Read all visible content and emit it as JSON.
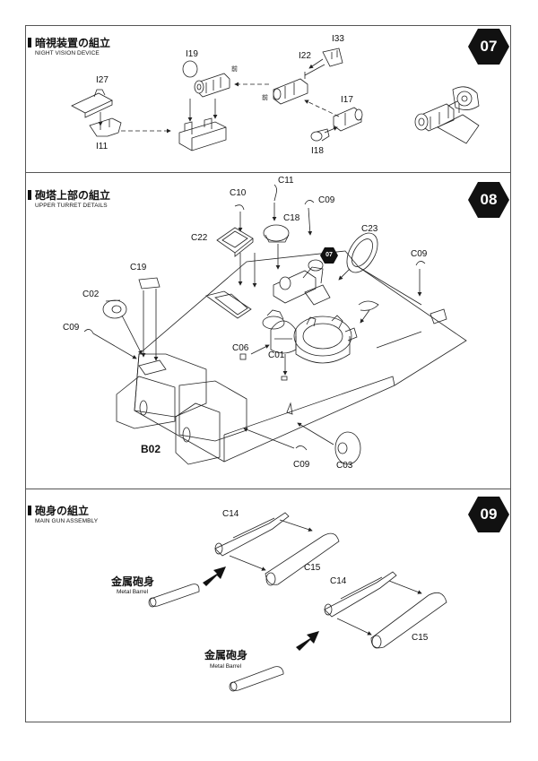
{
  "sections": [
    {
      "title": "暗視装置の組立",
      "subtitle": "NIGHT VISION DEVICE",
      "step": "07"
    },
    {
      "title": "砲塔上部の組立",
      "subtitle": "UPPER TURRET DETAILS",
      "step": "08"
    },
    {
      "title": "砲身の組立",
      "subtitle": "MAIN GUN ASSEMBLY",
      "step": "09"
    }
  ],
  "step07_parts": {
    "i19": "I19",
    "i33": "I33",
    "i22": "I22",
    "i27": "I27",
    "i17": "I17",
    "i11": "I11",
    "i18": "I18",
    "front1": "前",
    "front2": "前"
  },
  "step08_parts": {
    "c11": "C11",
    "c10": "C10",
    "c09a": "C09",
    "c18": "C18",
    "c23": "C23",
    "c22": "C22",
    "c09b": "C09",
    "c19": "C19",
    "c02": "C02",
    "c09c": "C09",
    "c06": "C06",
    "c01": "C01",
    "b02": "B02",
    "c09d": "C09",
    "c03": "C03",
    "ref": "07"
  },
  "step09_parts": {
    "c14a": "C14",
    "c15a": "C15",
    "c14b": "C14",
    "c15b": "C15",
    "metal_jp_a": "金属砲身",
    "metal_en_a": "Metal Barrel",
    "metal_jp_b": "金属砲身",
    "metal_en_b": "Metal Barrel"
  }
}
